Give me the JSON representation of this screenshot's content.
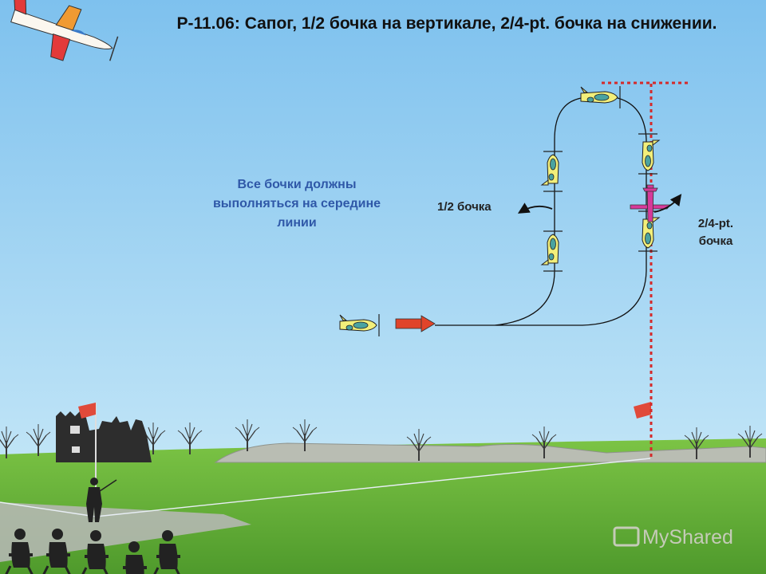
{
  "title": "Р-11.06: Сапог, 1/2 бочка на вертикале, 2/4-pt. бочка на снижении.",
  "note": "Все бочки должны выполняться на середине линии",
  "labels": {
    "half_roll": "1/2 бочка",
    "point_roll": "2/4-pt. бочка"
  },
  "watermark": "MyShared",
  "colors": {
    "sky": "#9fd0f0",
    "ground": "#6db83c",
    "flight_path": "#111111",
    "entry_arrow": "#e0442a",
    "center_line": "#d42a2a",
    "note_text": "#2f58a8",
    "roll_plane": "#d63a9a",
    "plane_body": "#f2ef7a"
  }
}
